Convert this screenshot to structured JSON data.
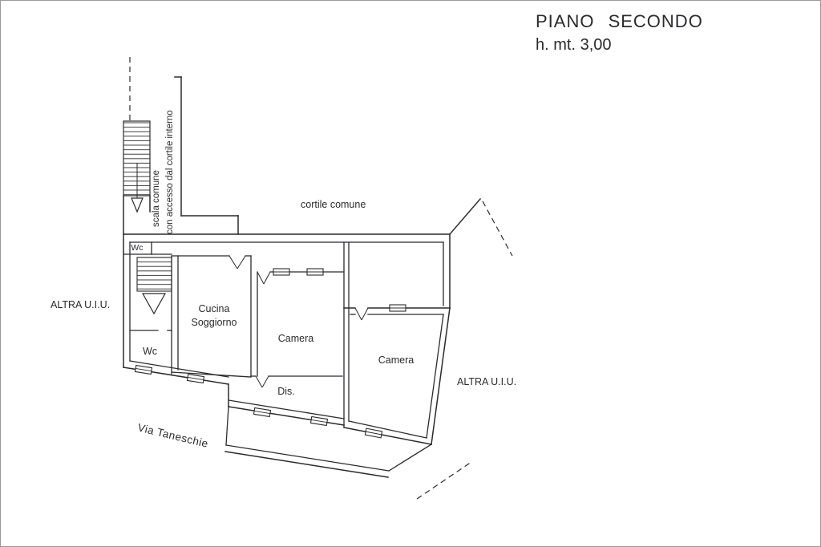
{
  "header": {
    "title": "PIANO SECONDO",
    "subtitle": "h. mt. 3,00"
  },
  "plan": {
    "ink": "#2b2b2e",
    "labels": {
      "cortile_comune": "cortile comune",
      "scala_comune": "scala comune",
      "scala_accesso": "con accesso dal cortile interno",
      "altra_uiu_left": "ALTRA U.I.U.",
      "altra_uiu_right": "ALTRA U.I.U.",
      "wc_top": "Wc",
      "wc_bottom": "Wc",
      "cucina_line1": "Cucina",
      "cucina_line2": "Soggiorno",
      "camera_left": "Camera",
      "camera_right": "Camera",
      "disimpegno": "Dis.",
      "via_taneschie": "Via Taneschie"
    }
  }
}
